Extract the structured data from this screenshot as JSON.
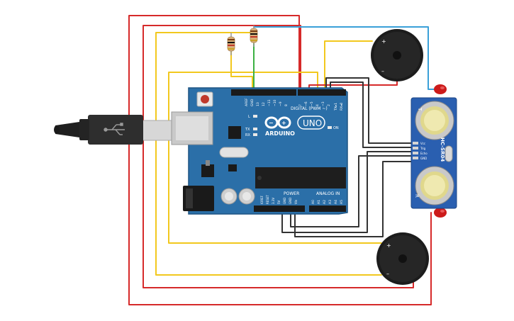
{
  "board": {
    "brand": "ARDUINO",
    "model": "UNO",
    "digital_label": "DIGITAL (PWM ~)",
    "power_label": "POWER",
    "analog_label": "ANALOG IN",
    "aref": "AREF",
    "gnd": "GND",
    "tx": "TX",
    "rx": "RX",
    "l": "L",
    "on": "ON",
    "ioref": "IOREF",
    "reset": "RESET",
    "v33": "3.3V",
    "v5": "5V",
    "vin": "Vin",
    "a0": "A0",
    "a1": "A1",
    "a2": "A2",
    "a3": "A3",
    "a4": "A4",
    "a5": "A5",
    "d13": "13",
    "d12": "12",
    "d11": "~11",
    "d10": "~10",
    "d9": "~9",
    "d8": "8",
    "d7": "7",
    "d6": "~6",
    "d5": "~5",
    "d4": "4",
    "d3": "~3",
    "d2": "2",
    "d1": "TX▸1",
    "d0": "RX◂0"
  },
  "sensor": {
    "model": "HC-SR04",
    "pin_vcc": "Vcc",
    "pin_trig": "Trig",
    "pin_echo": "Echo",
    "pin_gnd": "GND",
    "t_mark": "T",
    "r_mark": "R"
  },
  "buzzer_top": {
    "plus": "+",
    "minus": "–"
  },
  "buzzer_bottom": {
    "plus": "+",
    "minus": "–"
  },
  "colors": {
    "board": "#2b6fa8",
    "board_dark": "#1f5583",
    "wire_red": "#d62a2a",
    "wire_yellow": "#f2c81e",
    "wire_blue": "#3aa0d8",
    "wire_green": "#3cb043",
    "wire_black": "#333333",
    "sensor_board": "#2a5fb0",
    "led": "#cc1b1b"
  }
}
